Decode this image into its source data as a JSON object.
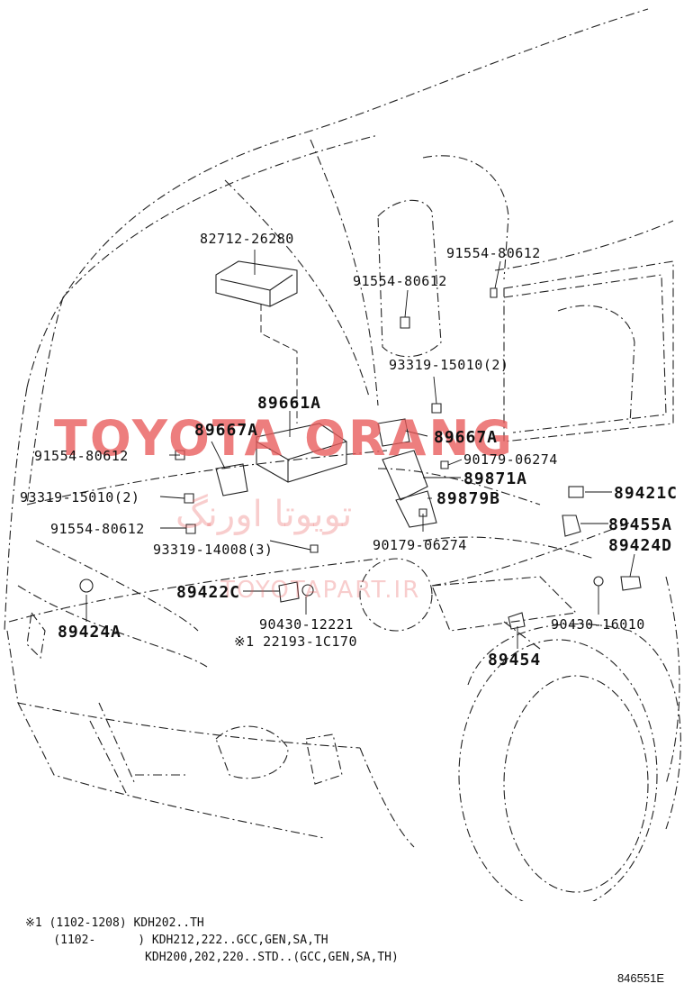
{
  "labels": {
    "p82712": "82712-26280",
    "p91554_top_right": "91554-80612",
    "p91554_mid": "91554-80612",
    "p93319_15010_right": "93319-15010(2)",
    "p89661A": "89661A",
    "p89667A_left": "89667A",
    "p89667A_right": "89667A",
    "p91554_left_upper": "91554-80612",
    "p90179_upper": "90179-06274",
    "p89871A": "89871A",
    "p93319_15010_left": "93319-15010(2)",
    "p89879B": "89879B",
    "p89421C": "89421C",
    "p91554_left_lower": "91554-80612",
    "p89455A": "89455A",
    "p90179_lower": "90179-06274",
    "p93319_14008": "93319-14008(3)",
    "p89424D": "89424D",
    "p89422C": "89422C",
    "p89424A": "89424A",
    "p90430_12221": "90430-12221",
    "p22193": "※1 22193-1C170",
    "p90430_16010": "90430-16010",
    "p89454": "89454"
  },
  "watermark": {
    "brand": "TOYOTA ORANG",
    "persian": "تویوتا اورنگ",
    "url": "TOYOTAPART.IR",
    "color": "#e85a5a"
  },
  "notes": {
    "line1": "※1 (1102-1208) KDH202..TH",
    "line2": "    (1102-      ) KDH212,222..GCC,GEN,SA,TH",
    "line3": "                 KDH200,202,220..STD..(GCC,GEN,SA,TH)"
  },
  "figure_code": "846551E"
}
